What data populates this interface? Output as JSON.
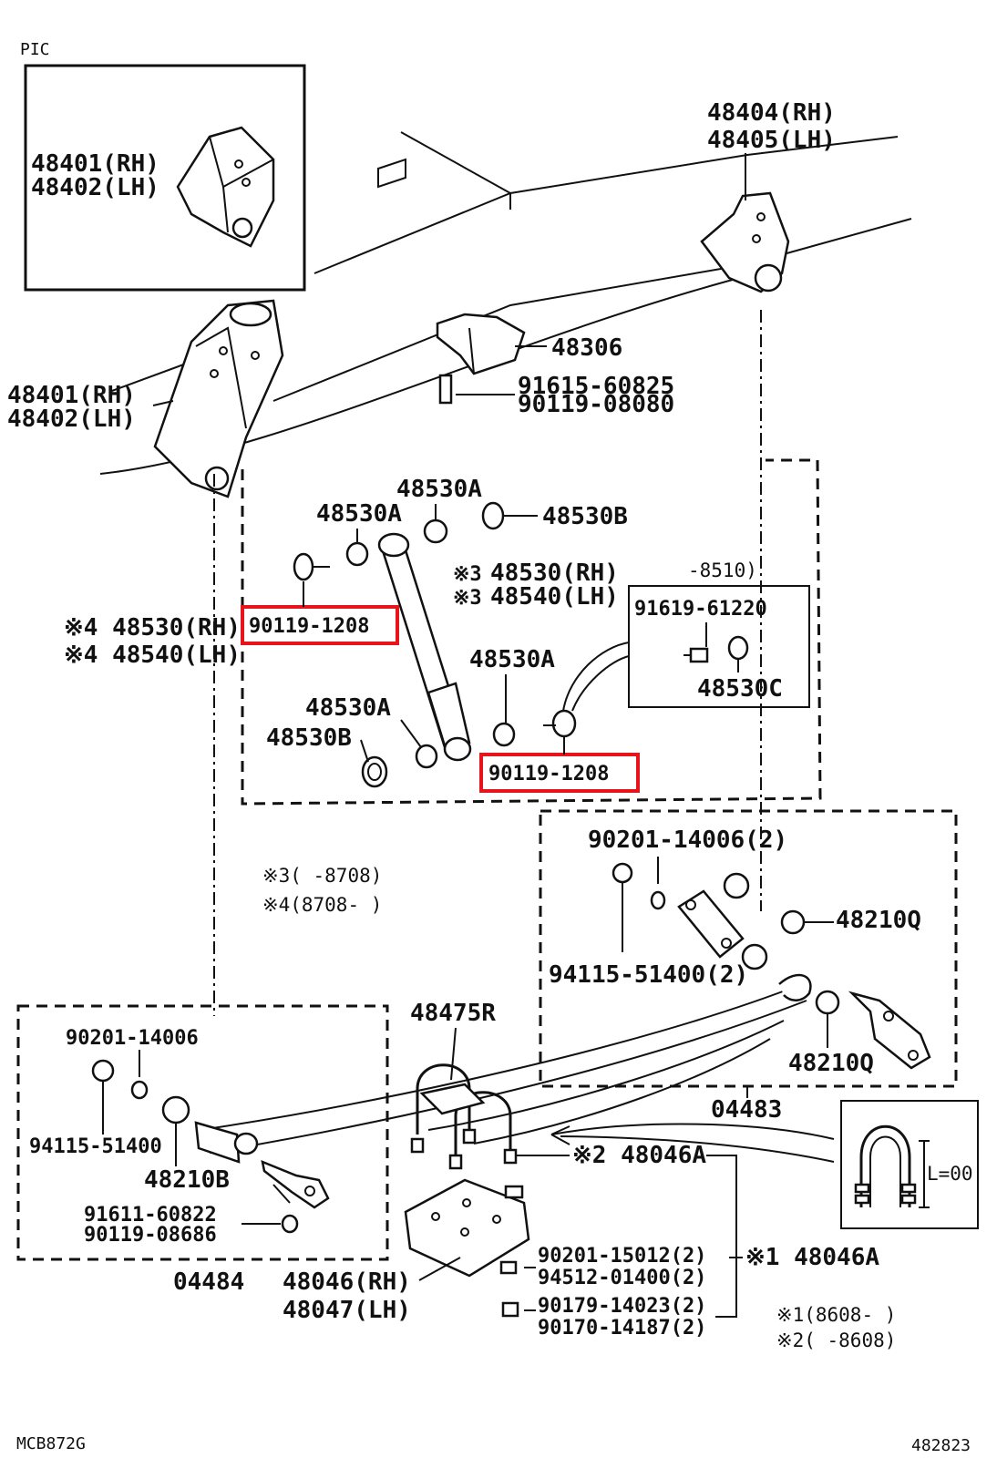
{
  "corner": {
    "top_left": "PIC",
    "bottom_left": "MCB872G",
    "bottom_right": "482823"
  },
  "labels": {
    "l48401_inset": "48401(RH)",
    "l48402_inset": "48402(LH)",
    "l48401": "48401(RH)",
    "l48402": "48402(LH)",
    "l48404": "48404(RH)",
    "l48405": "48405(LH)",
    "l48306": "48306",
    "l91615": "91615-60825",
    "l90119_08080": "90119-08080",
    "l48530A_1": "48530A",
    "l48530A_2": "48530A",
    "l48530B_1": "48530B",
    "l48530_rh_note": "※3",
    "l48530_rh": "48530(RH)",
    "l48540_lh_note": "※3",
    "l48540_lh": "48540(LH)",
    "l8510": "-8510)",
    "l4_48530": "※4 48530(RH)",
    "l4_48540": "※4 48540(LH)",
    "hl1": "90119-1208",
    "hl2": "90119-1208",
    "l91619": "91619-61220",
    "l48530C": "48530C",
    "l48530A_3": "48530A",
    "l48530A_4": "48530A",
    "l48530B_2": "48530B",
    "note3": "※3(     -8708)",
    "note4": "※4(8708-     )",
    "l90201_14006_2": "90201-14006(2)",
    "l48210Q_1": "48210Q",
    "l94115_2": "94115-51400(2)",
    "l48210Q_2": "48210Q",
    "l04483": "04483",
    "l48475R": "48475R",
    "l90201_14006": "90201-14006",
    "l94115": "94115-51400",
    "l48210B": "48210B",
    "l91611": "91611-60822",
    "l90119_08686": "90119-08686",
    "l04484": "04484",
    "l48046": "48046(RH)",
    "l48047": "48047(LH)",
    "l48046A_2": "※2 48046A",
    "l48046A_1": "※1 48046A",
    "l90201_15012": "90201-15012(2)",
    "l94512": "94512-01400(2)",
    "l90179": "90179-14023(2)",
    "l90170": "90170-14187(2)",
    "note1": "※1(8608-     )",
    "note2": "※2(     -8608)",
    "ubolt_len": "L=00"
  },
  "highlight_color": "#e8141c"
}
